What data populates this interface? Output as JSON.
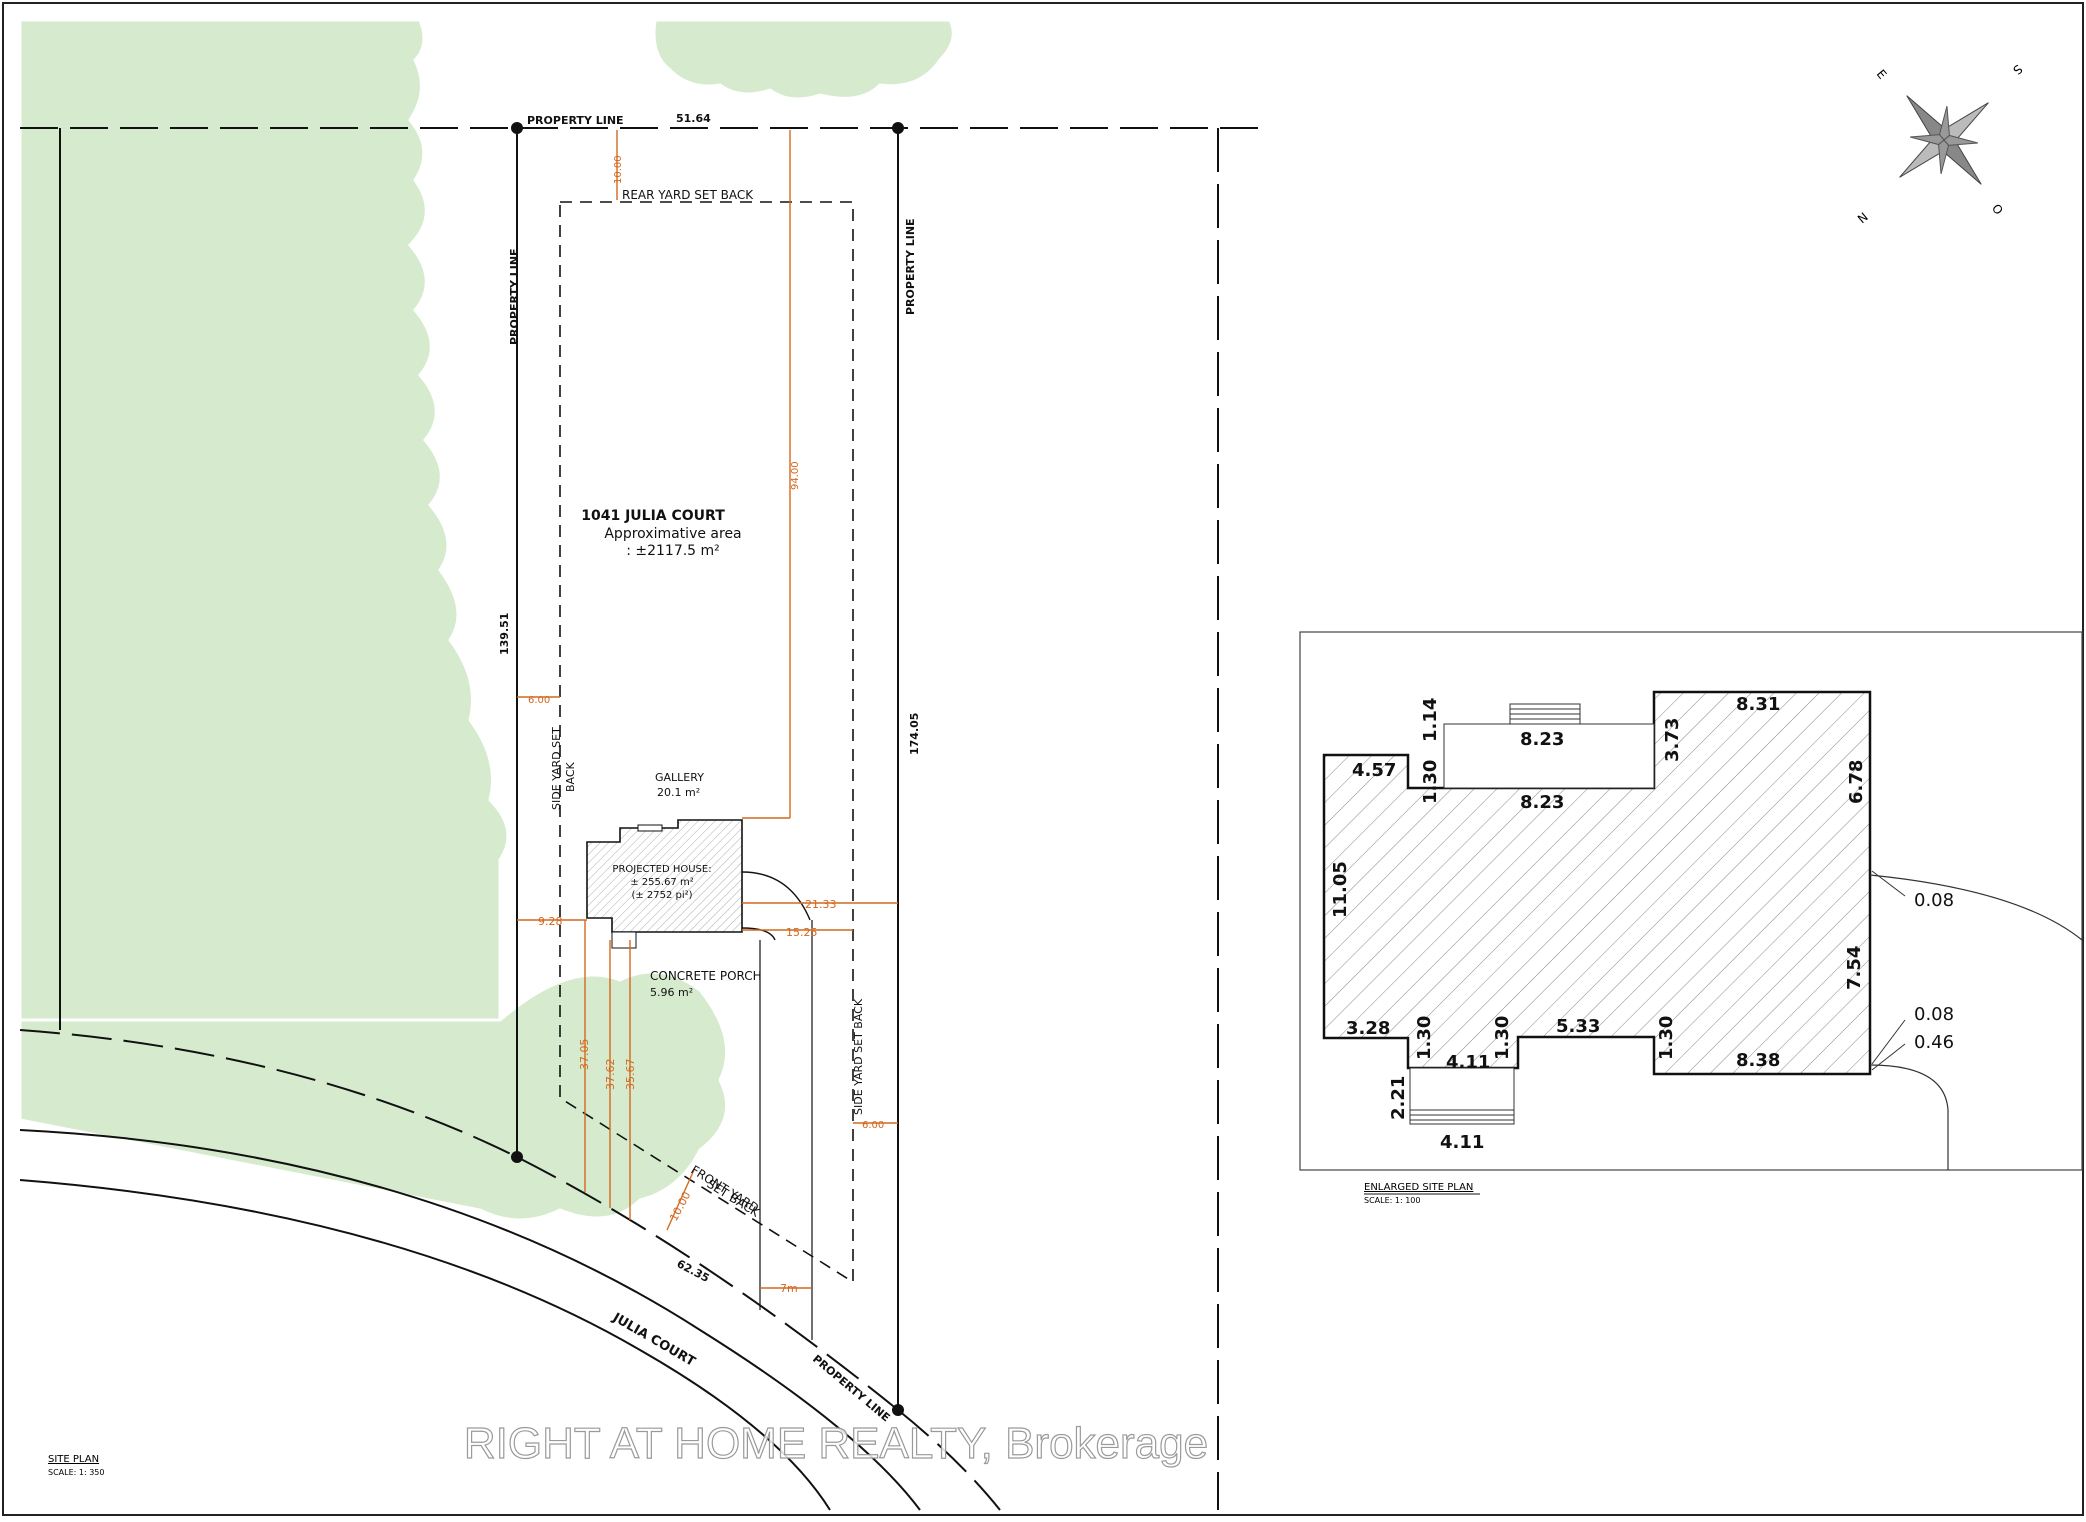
{
  "site": {
    "property_line_label": "PROPERTY LINE",
    "top_width": "51.64",
    "rear_setback_dim": "10.00",
    "rear_setback_label": "REAR YARD SET BACK",
    "lot_depth_dim": "94.00",
    "left_line_length": "139.51",
    "right_line_length": "174.05",
    "lot_title": "1041 JULIA COURT",
    "lot_area_label": "Approximative area",
    "lot_area_value": ": ±2117.5 m²",
    "side_setback_dim_left": "6.00",
    "side_setback_label": "SIDE YARD SET",
    "side_setback_label2": "BACK",
    "side_setback_label_right": "SIDE YARD SET BACK",
    "side_setback_dim_right": "6.00",
    "gallery_label": "GALLERY",
    "gallery_area": "20.1 m²",
    "house_label": "PROJECTED HOUSE:",
    "house_area_m": "± 255.67 m²",
    "house_area_ft": "(± 2752 pi²)",
    "dim_left_house": "9.28",
    "dim_right_house": "21.33",
    "dim_right_porch": "15.25",
    "porch_label": "CONCRETE PORCH",
    "porch_area": "5.96 m²",
    "dim_front_1": "37.05",
    "dim_front_2": "37.62",
    "dim_front_3": "35.67",
    "front_setback_dim": "10.00",
    "front_setback_label": "FRONT YARD",
    "front_setback_label2": "SET BACK",
    "front_width": "62.35",
    "street_name": "JULIA COURT",
    "dim_7m": "7m",
    "title": "SITE PLAN",
    "scale": "SCALE:  1: 350"
  },
  "compass": {
    "n": "N",
    "s": "S",
    "e": "E",
    "o": "O"
  },
  "enlarged": {
    "d_8_31": "8.31",
    "d_8_23_top": "8.23",
    "d_1_14": "1.14",
    "d_3_73": "3.73",
    "d_4_57": "4.57",
    "d_1_30_a": "1.30",
    "d_8_23_mid": "8.23",
    "d_6_78": "6.78",
    "d_11_05": "11.05",
    "d_0_08_a": "0.08",
    "d_7_54": "7.54",
    "d_0_08_b": "0.08",
    "d_0_46": "0.46",
    "d_3_28": "3.28",
    "d_1_30_b": "1.30",
    "d_4_11_a": "4.11",
    "d_1_30_c": "1.30",
    "d_5_33": "5.33",
    "d_1_30_d": "1.30",
    "d_8_38": "8.38",
    "d_2_21": "2.21",
    "d_4_11_b": "4.11",
    "title": "ENLARGED SITE PLAN",
    "scale": "SCALE:  1: 100"
  },
  "watermark": "RIGHT AT HOME REALTY, Brokerage",
  "colors": {
    "tree": "#d6ebce",
    "dimension": "#d2691e",
    "line": "#111111"
  }
}
